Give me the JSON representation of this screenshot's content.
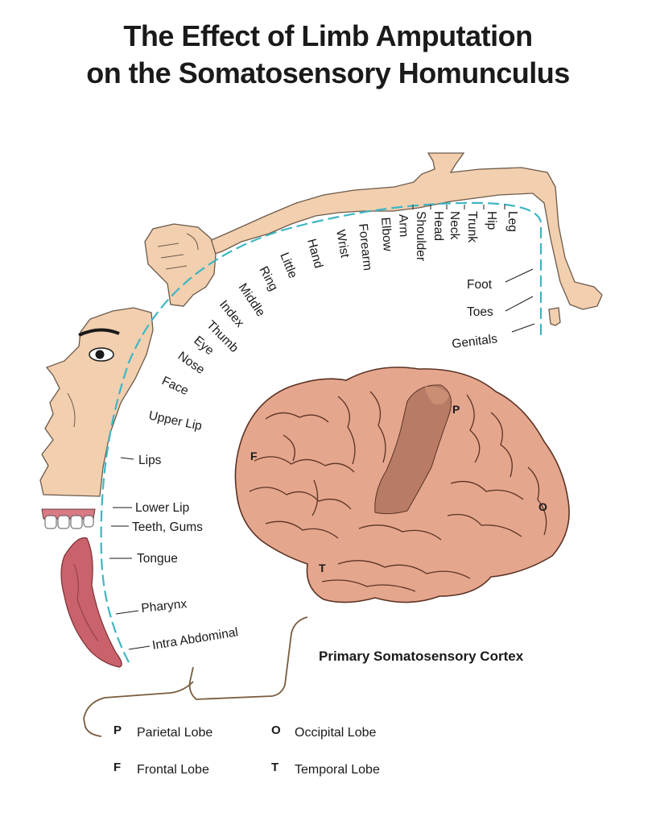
{
  "title": {
    "line1": "The Effect of Limb Amputation",
    "line2": "on the Somatosensory Homunculus"
  },
  "body_labels": {
    "leg": "Leg",
    "hip": "Hip",
    "trunk": "Trunk",
    "neck": "Neck",
    "head": "Head",
    "shoulder": "Shoulder",
    "arm": "Arm",
    "elbow": "Elbow",
    "forearm": "Forearm",
    "wrist": "Wrist",
    "hand": "Hand",
    "little": "Little",
    "ring": "Ring",
    "middle": "Middle",
    "index": "Index",
    "thumb": "Thumb",
    "eye": "Eye",
    "nose": "Nose",
    "face": "Face",
    "upper_lip": "Upper Lip",
    "lips": "Lips",
    "lower_lip": "Lower Lip",
    "teeth_gums": "Teeth, Gums",
    "tongue": "Tongue",
    "pharynx": "Pharynx",
    "intra_abdominal": "Intra Abdominal",
    "foot": "Foot",
    "toes": "Toes",
    "genitals": "Genitals"
  },
  "brain": {
    "caption": "Primary Somatosensory Cortex",
    "markers": {
      "p": "P",
      "f": "F",
      "o": "O",
      "t": "T"
    }
  },
  "legend": [
    {
      "key": "P",
      "name": "Parietal Lobe"
    },
    {
      "key": "O",
      "name": "Occipital Lobe"
    },
    {
      "key": "F",
      "name": "Frontal Lobe"
    },
    {
      "key": "T",
      "name": "Temporal Lobe"
    }
  ],
  "colors": {
    "skin": "#f2cfaf",
    "brain": "#e5a68e",
    "brain_dark": "#b87c66",
    "cortex_line": "#3fb6c3",
    "tongue": "#c9626a",
    "bracket": "#7a5c3f"
  }
}
